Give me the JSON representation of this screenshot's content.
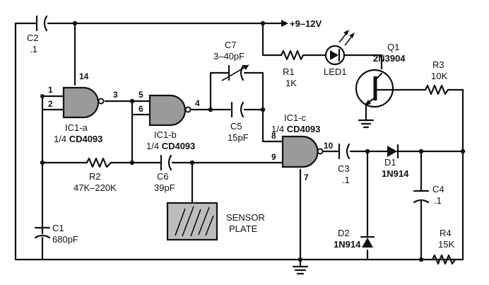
{
  "supply": "+9–12V",
  "ic1a": {
    "name": "IC1-a",
    "part_prefix": "1/4 ",
    "part": "CD4093"
  },
  "ic1b": {
    "name": "IC1-b",
    "part_prefix": "1/4 ",
    "part": "CD4093"
  },
  "ic1c": {
    "name": "IC1-c",
    "part_prefix": "1/4 ",
    "part": "CD4093"
  },
  "pins": {
    "p1": "1",
    "p2": "2",
    "p3": "3",
    "p4": "4",
    "p5": "5",
    "p6": "6",
    "p7": "7",
    "p8": "8",
    "p9": "9",
    "p10": "10",
    "p14": "14"
  },
  "c2": {
    "ref": "C2",
    "value": ".1"
  },
  "c7": {
    "ref": "C7",
    "value": "3–40pF"
  },
  "c5": {
    "ref": "C5",
    "value": "15pF"
  },
  "c6": {
    "ref": "C6",
    "value": "39pF"
  },
  "c1": {
    "ref": "C1",
    "value": "680pF"
  },
  "c3": {
    "ref": "C3",
    "value": ".1"
  },
  "c4": {
    "ref": "C4",
    "value": ".1"
  },
  "r1": {
    "ref": "R1",
    "value": "1K"
  },
  "r2": {
    "ref": "R2",
    "value": "47K–220K"
  },
  "r3": {
    "ref": "R3",
    "value": "10K"
  },
  "r4": {
    "ref": "R4",
    "value": "15K"
  },
  "led1": {
    "ref": "LED1"
  },
  "q1": {
    "ref": "Q1",
    "part": "2N3904"
  },
  "d1": {
    "ref": "D1",
    "part": "1N914"
  },
  "d2": {
    "ref": "D2",
    "part": "1N914"
  },
  "sensor": {
    "line1": "SENSOR",
    "line2": "PLATE"
  }
}
